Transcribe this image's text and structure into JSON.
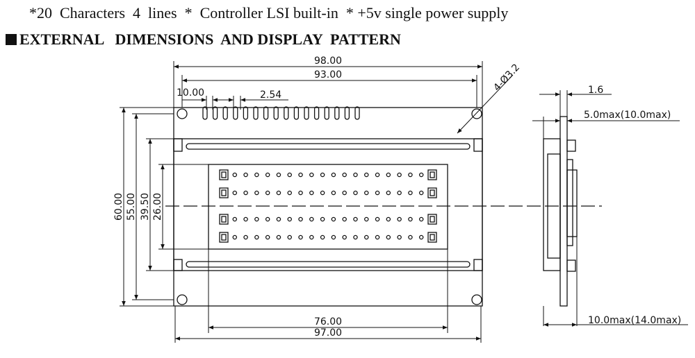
{
  "header": {
    "spec_line": "*20  Characters  4  lines  *  Controller LSI built-in  * +5v single power supply",
    "section_title": "EXTERNAL   DIMENSIONS  AND DISPLAY  PATTERN"
  },
  "dimensions": {
    "overall_width": "98.00",
    "hole_pitch_x": "93.00",
    "pin1_offset": "10.00",
    "pin_pitch": "2.54",
    "hole_spec": "4-Ø3.2",
    "overall_height": "60.00",
    "hole_pitch_y": "55.00",
    "viewing_height": "39.50",
    "active_height": "26.00",
    "active_width": "76.00",
    "viewing_width": "97.00",
    "pcb_thickness": "1.6",
    "module_thickness_max": "5.0max(10.0max)",
    "total_thickness_max": "10.0max(14.0max)"
  },
  "display": {
    "rows": 4,
    "columns": 20
  },
  "connector": {
    "pins": 16
  }
}
